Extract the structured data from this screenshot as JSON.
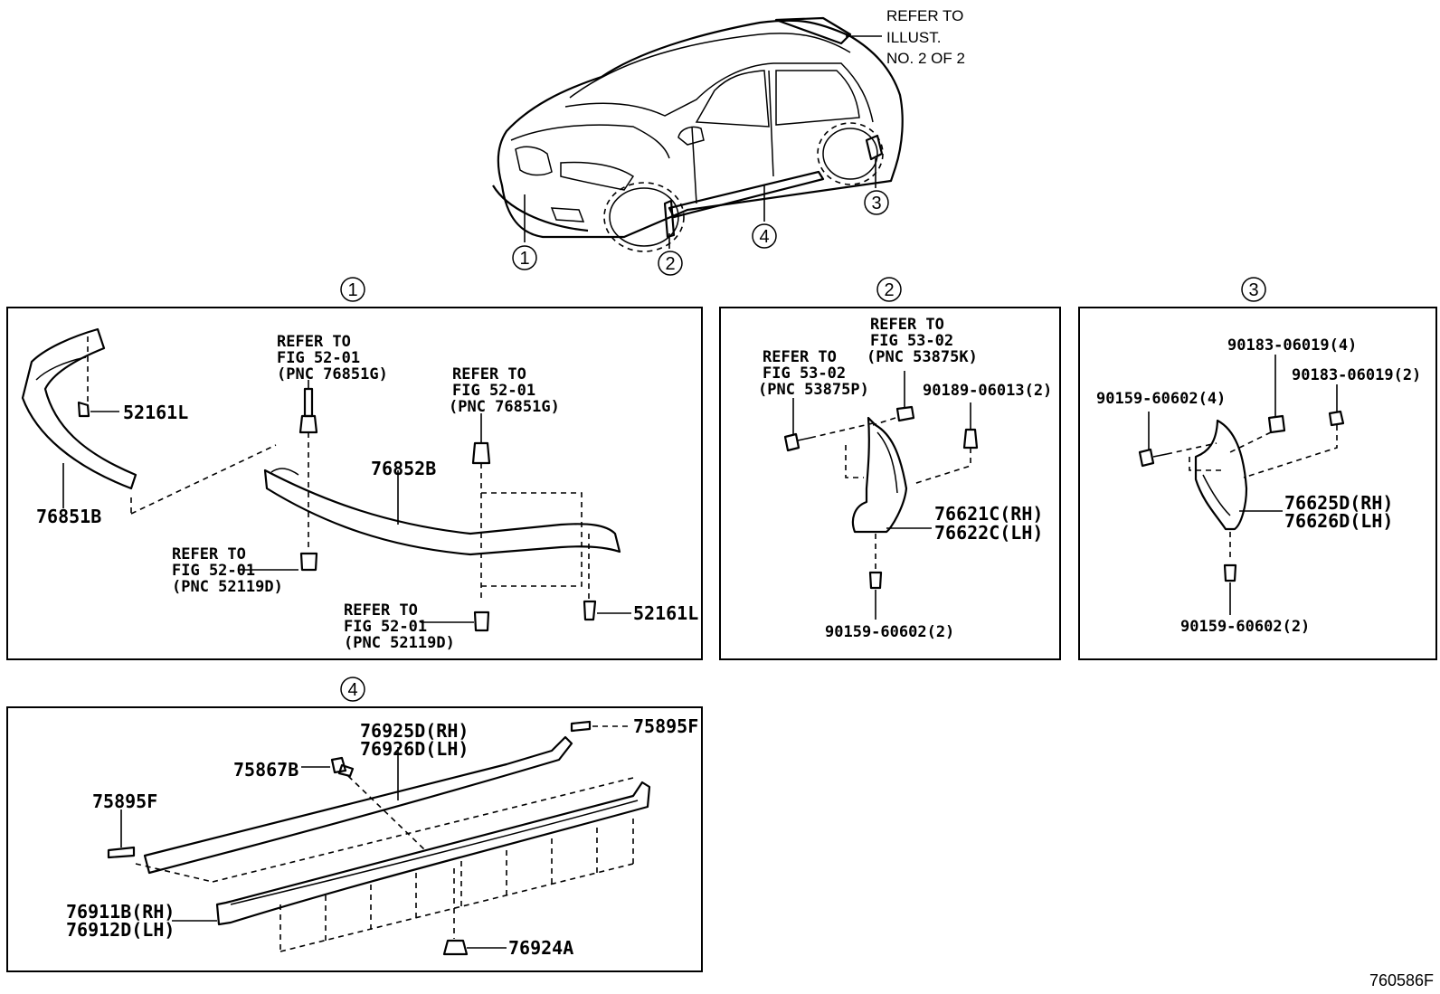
{
  "top_note": [
    "REFER TO",
    "ILLUST.",
    "NO. 2 OF 2"
  ],
  "callouts": {
    "c1": "1",
    "c2": "2",
    "c3": "3",
    "c4": "4"
  },
  "panel1": {
    "title": "1",
    "ref_a": [
      "REFER TO",
      "FIG 52-01",
      "(PNC 76851G)"
    ],
    "ref_b": [
      "REFER TO",
      "FIG 52-01",
      "(PNC 76851G)"
    ],
    "ref_c": [
      "REFER TO",
      "FIG 52-01",
      "(PNC 52119D)"
    ],
    "ref_d": [
      "REFER TO",
      "FIG 52-01",
      "(PNC 52119D)"
    ],
    "p_52161L_a": "52161L",
    "p_52161L_b": "52161L",
    "p_76851B": "76851B",
    "p_76852B": "76852B"
  },
  "panel2": {
    "title": "2",
    "ref_a": [
      "REFER TO",
      "FIG 53-02",
      "(PNC 53875K)"
    ],
    "ref_b": [
      "REFER TO",
      "FIG 53-02",
      "(PNC 53875P)"
    ],
    "p_90189": "90189-06013(2)",
    "p_76621": "76621C(RH)",
    "p_76622": "76622C(LH)",
    "p_90159": "90159-60602(2)"
  },
  "panel3": {
    "title": "3",
    "p_90183_a": "90183-06019(4)",
    "p_90183_b": "90183-06019(2)",
    "p_90159_a": "90159-60602(4)",
    "p_76625": "76625D(RH)",
    "p_76626": "76626D(LH)",
    "p_90159_b": "90159-60602(2)"
  },
  "panel4": {
    "title": "4",
    "p_76925": "76925D(RH)",
    "p_76926": "76926D(LH)",
    "p_75895F_a": "75895F",
    "p_75895F_b": "75895F",
    "p_75867B": "75867B",
    "p_76911": "76911B(RH)",
    "p_76912": "76912D(LH)",
    "p_76924A": "76924A"
  },
  "figure_code": "760586F"
}
